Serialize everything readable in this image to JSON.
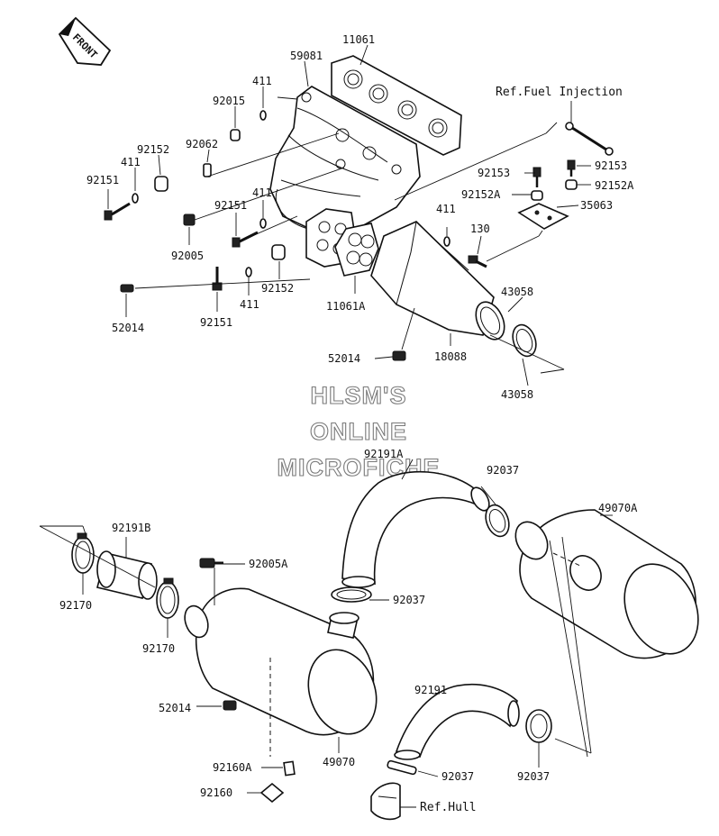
{
  "front_badge": "FRONT",
  "references": {
    "fuel_injection": "Ref.Fuel Injection",
    "hull": "Ref.Hull"
  },
  "watermark": [
    "HLSM'S",
    "ONLINE",
    "MICROFICHE"
  ],
  "labels": {
    "p11061": "11061",
    "p59081": "59081",
    "p411_a": "411",
    "p92015": "92015",
    "p92062": "92062",
    "p92152_a": "92152",
    "p411_b": "411",
    "p92151_a": "92151",
    "p411_c": "411",
    "p92151_b": "92151",
    "p92005": "92005",
    "p92152_b": "92152",
    "p411_d": "411",
    "p92151_c": "92151",
    "p52014_a": "52014",
    "p11061A": "11061A",
    "p411_e": "411",
    "p130": "130",
    "p92153_a": "92153",
    "p92153_b": "92153",
    "p92152A_a": "92152A",
    "p92152A_b": "92152A",
    "p35063": "35063",
    "p43058_a": "43058",
    "p43058_b": "43058",
    "p18088": "18088",
    "p52014_b": "52014",
    "p92191A": "92191A",
    "p92037_a": "92037",
    "p49070A": "49070A",
    "p92191B": "92191B",
    "p92005A": "92005A",
    "p92170_a": "92170",
    "p92170_b": "92170",
    "p92037_b": "92037",
    "p52014_c": "52014",
    "p49070": "49070",
    "p92191": "92191",
    "p92037_c": "92037",
    "p92037_d": "92037",
    "p92160A": "92160A",
    "p92160": "92160"
  }
}
